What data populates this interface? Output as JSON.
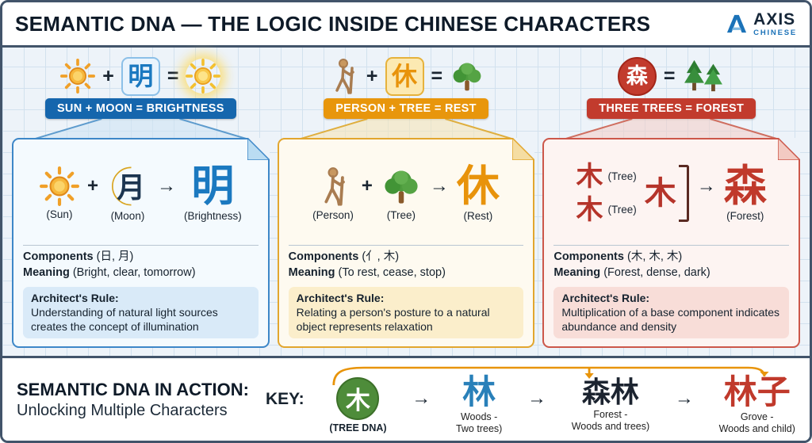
{
  "header": {
    "title": "SEMANTIC DNA — THE LOGIC INSIDE CHINESE CHARACTERS",
    "logo_name": "AXIS",
    "logo_sub": "CHINESE"
  },
  "operators": {
    "plus": "+",
    "equals": "=",
    "arrow": "→"
  },
  "colors": {
    "blue_accent": "#1566ad",
    "orange_accent": "#e8960c",
    "red_accent": "#c23b2d",
    "green_accent": "#4e8c3a",
    "char_blue": "#1b79c0",
    "char_orange": "#e8930b",
    "char_red": "#c0392b"
  },
  "icons": {
    "sun": "sun-icon",
    "bright_sun": "bright-sun-icon",
    "moon": "crescent-moon-icon",
    "person": "walking-person-icon",
    "tree": "round-tree-icon",
    "pines": "evergreen-trees-icon",
    "logo_mark": "axis-logo-mark-icon"
  },
  "columns": [
    {
      "formula_char": "明",
      "banner": "SUN + MOON = BRIGHTNESS",
      "part1_label": "(Sun)",
      "part2_char": "月",
      "part2_label": "(Moon)",
      "result_char": "明",
      "result_label": "(Brightness)",
      "components_label": "Components",
      "components_value": "(日, 月)",
      "meaning_label": "Meaning",
      "meaning_value": "(Bright, clear, tomorrow)",
      "rule_label": "Architect's Rule:",
      "rule_text": "Understanding of natural light sources creates the concept of illumination"
    },
    {
      "formula_char": "休",
      "banner": "PERSON + TREE = REST",
      "part1_label": "(Person)",
      "part2_label": "(Tree)",
      "result_char": "休",
      "result_label": "(Rest)",
      "components_label": "Components",
      "components_value": "(亻, 木)",
      "meaning_label": "Meaning",
      "meaning_value": "(To rest, cease, stop)",
      "rule_label": "Architect's Rule:",
      "rule_text": "Relating a person's posture to a natural object represents relaxation"
    },
    {
      "formula_char": "森",
      "banner": "THREE TREES = FOREST",
      "tree_char": "木",
      "tree_label": "(Tree)",
      "result_char": "森",
      "result_label": "(Forest)",
      "components_label": "Components",
      "components_value": "(木, 木, 木)",
      "meaning_label": "Meaning",
      "meaning_value": "(Forest, dense, dark)",
      "rule_label": "Architect's Rule:",
      "rule_text": "Multiplication of a base component indicates abundance and density"
    }
  ],
  "footer": {
    "title": "SEMANTIC DNA IN ACTION:",
    "subtitle": "Unlocking Multiple Characters",
    "key_label": "KEY:",
    "chain": [
      {
        "char": "木",
        "line1": "(TREE DNA)",
        "line2": ""
      },
      {
        "char": "林",
        "line1": "Woods -",
        "line2": "Two trees)"
      },
      {
        "char": "森林",
        "line1": "Forest -",
        "line2": "Woods and trees)"
      },
      {
        "char": "林子",
        "line1": "Grove -",
        "line2": "Woods and child)"
      }
    ]
  }
}
